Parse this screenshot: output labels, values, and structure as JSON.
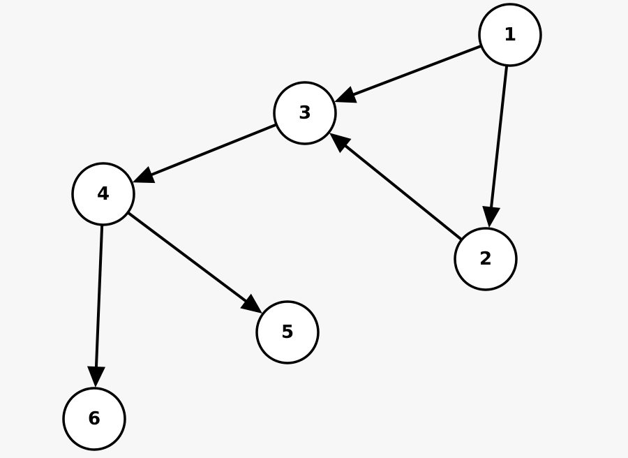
{
  "diagram": {
    "type": "directed-graph",
    "colors": {
      "background": "#f7f7f7",
      "node_fill": "#ffffff",
      "stroke": "#000000"
    },
    "nodes": [
      {
        "id": "1",
        "label": "1"
      },
      {
        "id": "2",
        "label": "2"
      },
      {
        "id": "3",
        "label": "3"
      },
      {
        "id": "4",
        "label": "4"
      },
      {
        "id": "5",
        "label": "5"
      },
      {
        "id": "6",
        "label": "6"
      }
    ],
    "edges": [
      {
        "from": "1",
        "to": "3"
      },
      {
        "from": "1",
        "to": "2"
      },
      {
        "from": "2",
        "to": "3"
      },
      {
        "from": "3",
        "to": "4"
      },
      {
        "from": "4",
        "to": "5"
      },
      {
        "from": "4",
        "to": "6"
      }
    ]
  }
}
